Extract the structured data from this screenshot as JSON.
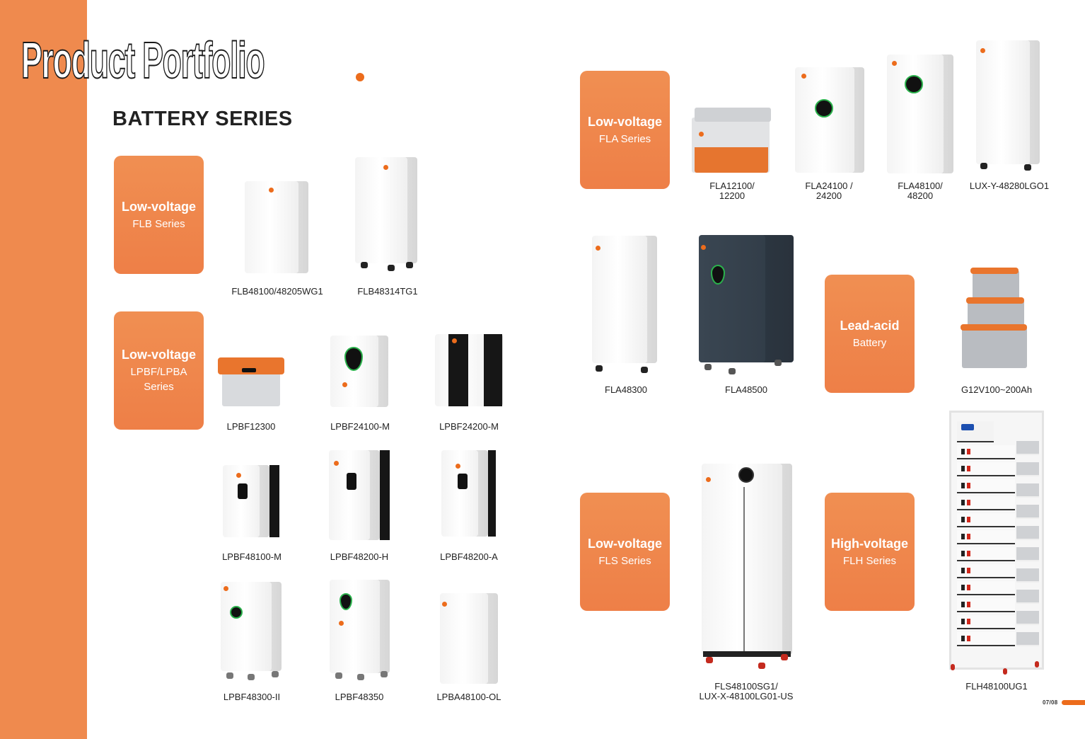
{
  "page": {
    "title": "Product Portfolio",
    "section_title": "BATTERY SERIES",
    "page_number": "07/08",
    "colors": {
      "accent": "#ec6c1c",
      "sidebar": "#ef8a4e",
      "card": "#ef8a4e",
      "text": "#222222"
    }
  },
  "series_cards": [
    {
      "kind": "Low-voltage",
      "name": "FLB Series"
    },
    {
      "kind": "Low-voltage",
      "name": "LPBF/LPBA Series"
    },
    {
      "kind": "Low-voltage",
      "name": "FLA Series"
    },
    {
      "kind": "Lead-acid",
      "name": "Battery"
    },
    {
      "kind": "Low-voltage",
      "name": "FLS Series"
    },
    {
      "kind": "High-voltage",
      "name": "FLH Series"
    }
  ],
  "products": {
    "flb": [
      {
        "model": "FLB48100/48205WG1"
      },
      {
        "model": "FLB48314TG1"
      }
    ],
    "lpbf": [
      {
        "model": "LPBF12300"
      },
      {
        "model": "LPBF24100-M"
      },
      {
        "model": "LPBF24200-M"
      },
      {
        "model": "LPBF48100-M"
      },
      {
        "model": "LPBF48200-H"
      },
      {
        "model": "LPBF48200-A"
      },
      {
        "model": "LPBF48300-II"
      },
      {
        "model": "LPBF48350"
      },
      {
        "model": "LPBA48100-OL"
      }
    ],
    "fla": [
      {
        "model": "FLA12100/\n12200"
      },
      {
        "model": "FLA24100 /\n24200"
      },
      {
        "model": "FLA48100/\n48200"
      },
      {
        "model": "LUX-Y-48280LGO1"
      },
      {
        "model": "FLA48300"
      },
      {
        "model": "FLA48500"
      }
    ],
    "lead_acid": [
      {
        "model": "G12V100~200Ah"
      }
    ],
    "fls": [
      {
        "model": "FLS48100SG1/\nLUX-X-48100LG01-US"
      }
    ],
    "flh": [
      {
        "model": "FLH48100UG1"
      }
    ]
  }
}
